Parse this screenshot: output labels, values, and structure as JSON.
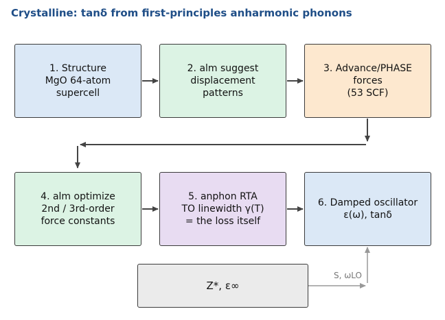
{
  "title": "Crystalline: tanδ from first-principles anharmonic phonons",
  "boxes": {
    "structure": {
      "lines": [
        "1. Structure",
        "MgO 64-atom",
        "supercell"
      ]
    },
    "alm_suggest": {
      "lines": [
        "2. alm suggest",
        "displacement",
        "patterns"
      ]
    },
    "forces": {
      "lines": [
        "3. Advance/PHASE",
        "forces",
        "(53 SCF)"
      ]
    },
    "alm_optimize": {
      "lines": [
        "4. alm optimize",
        "2nd / 3rd-order",
        "force constants"
      ]
    },
    "anphon": {
      "lines": [
        "5. anphon RTA",
        "TO linewidth γ(T)",
        "= the loss itself"
      ]
    },
    "oscillator": {
      "lines": [
        "6. Damped oscillator",
        "ε(ω), tanδ"
      ]
    },
    "born": {
      "lines": [
        "Z*, ε∞"
      ]
    }
  },
  "edge_label": "S, ωLO",
  "colors": {
    "title": "#1f4e87",
    "blue_box": "#dbe8f6",
    "green_box": "#dcf3e4",
    "orange_box": "#fde8cf",
    "purple_box": "#e8dcf2",
    "gray_box": "#ebebeb",
    "arrow_dark": "#444444",
    "arrow_gray": "#999999"
  }
}
